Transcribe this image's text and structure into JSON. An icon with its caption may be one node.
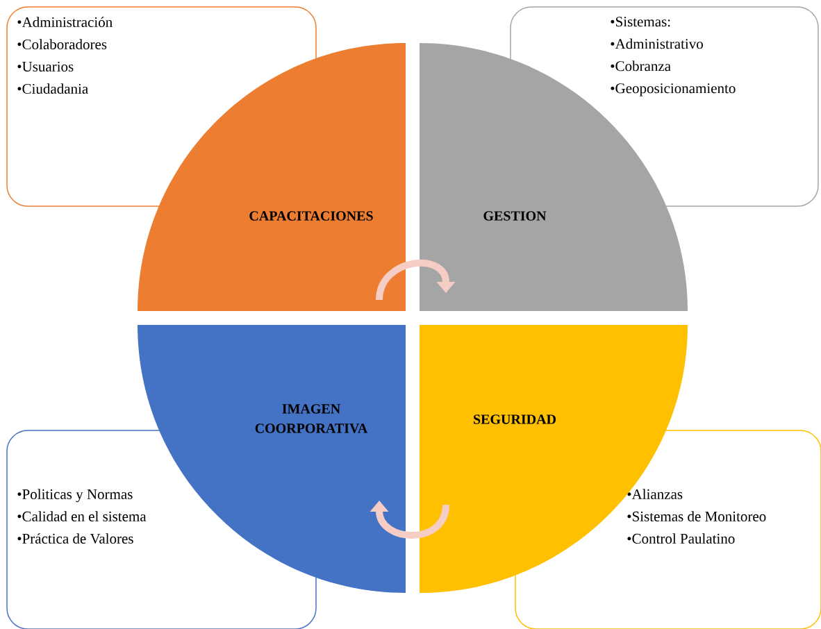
{
  "diagram": {
    "nodes": [
      {
        "text": [
          "•Administración",
          "•Colaboradores",
          "•Usuarios",
          "•Ciudadania"
        ]
      },
      {
        "text": [
          "•Sistemas:",
          "•Administrativo",
          "•Cobranza",
          "•Geoposicionamiento"
        ]
      },
      {
        "text": [
          "CAPACITACIONES"
        ]
      },
      {
        "text": [
          "GESTION"
        ]
      },
      {
        "text": [
          "IMAGEN COORPORATIVA"
        ]
      },
      {
        "text": [
          "SEGURIDAD"
        ]
      },
      {
        "text": [
          "•Politicas y Normas",
          "•Calidad en el sistema",
          "•Práctica de Valores"
        ]
      },
      {
        "text": [
          "•Alianzas",
          "•Sistemas de Monitoreo",
          "•Control Paulatino"
        ]
      }
    ],
    "edges": [
      {
        "from": 2,
        "to": 3,
        "arrow": "to"
      },
      {
        "from": 5,
        "to": 4,
        "arrow": "to"
      }
    ]
  }
}
